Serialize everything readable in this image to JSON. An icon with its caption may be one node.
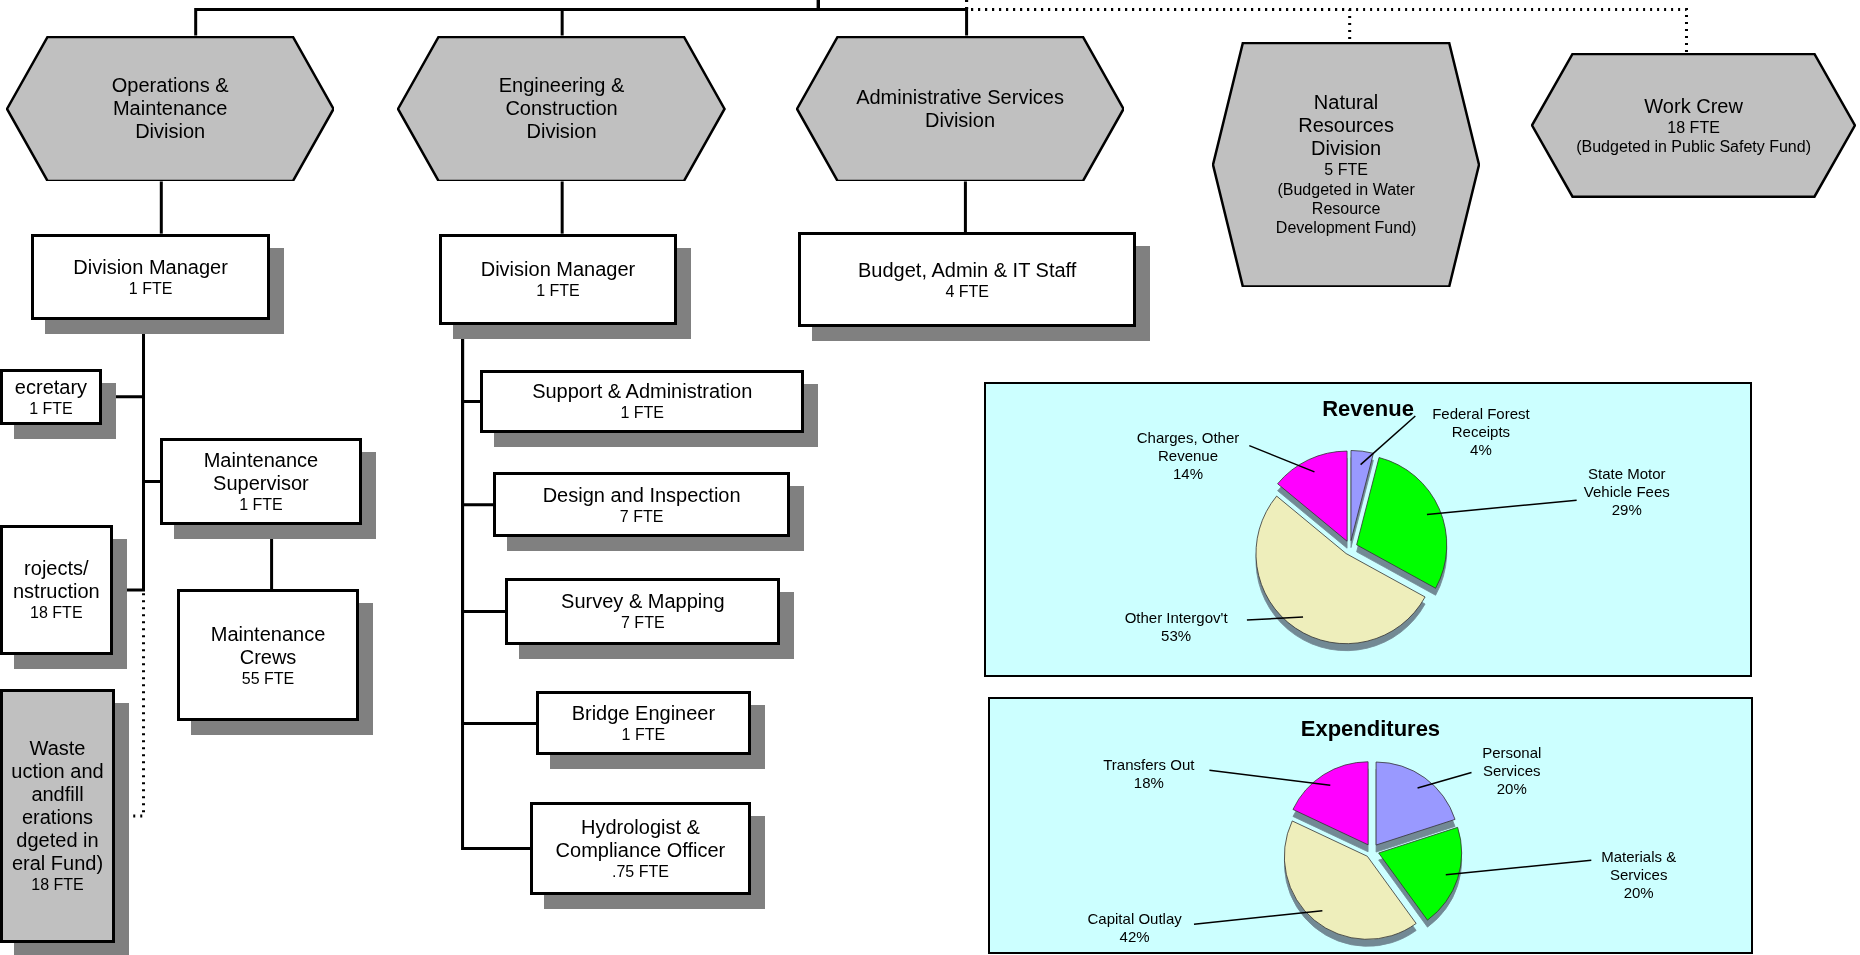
{
  "diagram": {
    "nodes": [
      {
        "text": [
          "Operations & Maintenance Division"
        ]
      },
      {
        "text": [
          "Engineering & Construction Division"
        ]
      },
      {
        "text": [
          "Administrative Services Division"
        ]
      },
      {
        "text": [
          "Natural Resources Division",
          "5 FTE",
          "(Budgeted in Water Resource Development Fund)"
        ]
      },
      {
        "text": [
          "Work Crew",
          "18 FTE",
          "(Budgeted in Public Safety Fund)"
        ]
      },
      {
        "text": [
          "Division Manager",
          "1 FTE"
        ]
      },
      {
        "text": [
          "Division Manager",
          "1 FTE"
        ]
      },
      {
        "text": [
          "Budget, Admin & IT Staff",
          "4 FTE"
        ]
      },
      {
        "text": [
          "ecretary",
          "1 FTE"
        ]
      },
      {
        "text": [
          "Maintenance Supervisor",
          "1 FTE"
        ]
      },
      {
        "text": [
          "rojects/ nstruction",
          "18 FTE"
        ]
      },
      {
        "text": [
          "Maintenance Crews",
          "55 FTE"
        ]
      },
      {
        "text": [
          "Waste uction and andfill erations dgeted in eral Fund)",
          "18 FTE"
        ]
      },
      {
        "text": [
          "Support & Administration",
          "1 FTE"
        ]
      },
      {
        "text": [
          "Design and Inspection",
          "7 FTE"
        ]
      },
      {
        "text": [
          "Survey & Mapping",
          "7 FTE"
        ]
      },
      {
        "text": [
          "Bridge Engineer",
          "1 FTE"
        ]
      },
      {
        "text": [
          "Hydrologist & Compliance Officer",
          ".75 FTE"
        ]
      }
    ],
    "edges": [
      {
        "from": null,
        "to": 0,
        "arrow": "none"
      },
      {
        "from": null,
        "to": 1,
        "arrow": "none"
      },
      {
        "from": null,
        "to": 2,
        "arrow": "none"
      },
      {
        "from": null,
        "to": 3,
        "arrow": "none",
        "style": "dashed"
      },
      {
        "from": null,
        "to": 4,
        "arrow": "none",
        "style": "dashed"
      },
      {
        "from": 0,
        "to": 5,
        "arrow": "none"
      },
      {
        "from": 1,
        "to": 6,
        "arrow": "none"
      },
      {
        "from": 2,
        "to": 7,
        "arrow": "none"
      },
      {
        "from": 5,
        "to": 8,
        "arrow": "none"
      },
      {
        "from": 5,
        "to": 9,
        "arrow": "none"
      },
      {
        "from": 5,
        "to": 10,
        "arrow": "none"
      },
      {
        "from": 5,
        "to": 12,
        "arrow": "none",
        "style": "dashed"
      },
      {
        "from": 9,
        "to": 11,
        "arrow": "none"
      },
      {
        "from": 6,
        "to": 13,
        "arrow": "none"
      },
      {
        "from": 6,
        "to": 14,
        "arrow": "none"
      },
      {
        "from": 6,
        "to": 15,
        "arrow": "none"
      },
      {
        "from": 6,
        "to": 16,
        "arrow": "none"
      },
      {
        "from": 6,
        "to": 17,
        "arrow": "none"
      }
    ],
    "chart_data": [
      {
        "type": "pie",
        "title": "Revenue",
        "categories": [
          "Charges, Other Revenue",
          "Federal Forest Receipts",
          "State Motor Vehicle Fees",
          "Other Intergov't"
        ],
        "values": [
          14,
          4,
          29,
          53
        ],
        "value_labels": [
          "14%",
          "4%",
          "29%",
          "53%"
        ]
      },
      {
        "type": "pie",
        "title": "Expenditures",
        "categories": [
          "Transfers Out",
          "Personal Services",
          "Materials & Services",
          "Capital Outlay"
        ],
        "values": [
          18,
          20,
          20,
          42
        ],
        "value_labels": [
          "18%",
          "20%",
          "20%",
          "42%"
        ]
      }
    ]
  }
}
